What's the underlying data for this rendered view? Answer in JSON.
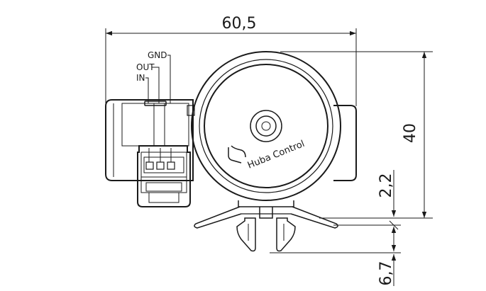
{
  "dimensions": {
    "width": "60,5",
    "height": "40",
    "clip_offset": "2,2",
    "clip_length": "6,7"
  },
  "pins": {
    "gnd": "GND",
    "out": "OUT",
    "in": "IN"
  },
  "brand": "Huba Control"
}
